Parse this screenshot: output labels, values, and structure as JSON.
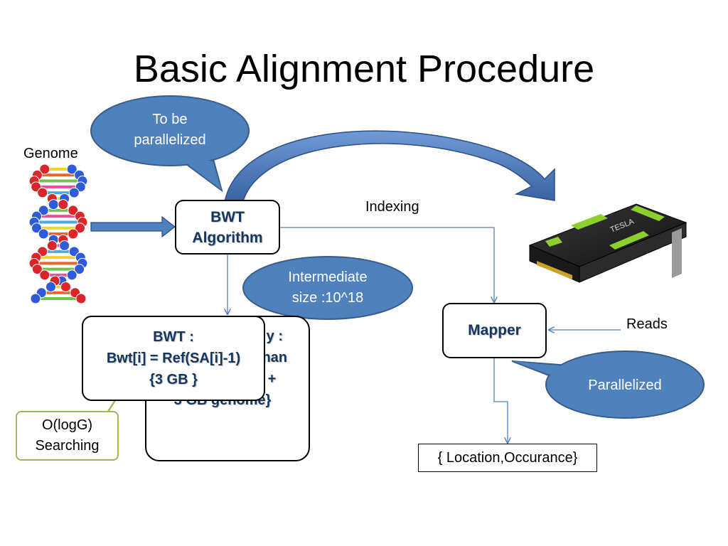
{
  "slide": {
    "title": "Basic Alignment Procedure"
  },
  "diagram": {
    "genome_label": "Genome",
    "callout_top": {
      "lines": [
        "To be",
        "parallelized"
      ]
    },
    "bwt_algorithm": {
      "lines": [
        "BWT",
        "Algorithm"
      ]
    },
    "indexing_label": "Indexing",
    "intermediate": {
      "lines": [
        "Intermediate",
        "size :10^18"
      ]
    },
    "sa_box_back": {
      "lines": [
        "y :",
        "han",
        "",
        "{3 billion * 4 B +",
        "3 GB genome}"
      ]
    },
    "bwt_box_front": {
      "lines": [
        "BWT :",
        "Bwt[i] = Ref(SA[i]-1)",
        "{3 GB }"
      ]
    },
    "search_label": {
      "lines": [
        "O(logG)",
        "Searching"
      ]
    },
    "mapper": {
      "label": "Mapper"
    },
    "reads_label": "Reads",
    "callout_parallelized": "Parallelized",
    "output": "{ Location,Occurance}",
    "gpu_brand": "TESLA"
  },
  "colors": {
    "ellipse_fill": "#4f81bd",
    "ellipse_stroke": "#385d8a",
    "box_text": "#17365d",
    "connector": "#4f81bd",
    "search_border": "#9bbb59",
    "dna_blue": "#2e5bd8",
    "dna_red": "#d8262a",
    "gpu_green": "#8ccf2f"
  }
}
